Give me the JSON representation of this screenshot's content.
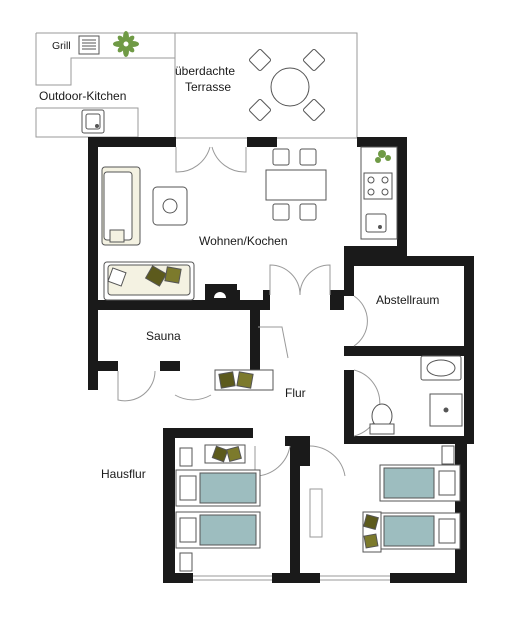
{
  "plan": {
    "labels": {
      "grill": "Grill",
      "outdoor_kitchen": "Outdoor-Kitchen",
      "terrace_line1": "überdachte",
      "terrace_line2": "Terrasse",
      "living": "Wohnen/Kochen",
      "storage": "Abstellraum",
      "sauna": "Sauna",
      "hallway": "Flur",
      "entrance": "Hausflur"
    },
    "colors": {
      "wall": "#1a1a1a",
      "outline": "#9a9a9a",
      "bed_linen": "#9dbdbf",
      "pillow": "#5c5a1c",
      "pillow_light": "#7c7a2c",
      "sofa": "#f4f2e2",
      "plant": "#6f9a45"
    },
    "icons": {
      "grill": "grill-icon",
      "plant": "plant-icon",
      "sink": "sink-icon",
      "stove": "stove-icon",
      "toilet": "toilet-icon",
      "shower": "shower-icon",
      "bed": "bed-icon",
      "sofa": "sofa-icon",
      "table": "table-icon",
      "fireplace": "fireplace-icon"
    }
  }
}
